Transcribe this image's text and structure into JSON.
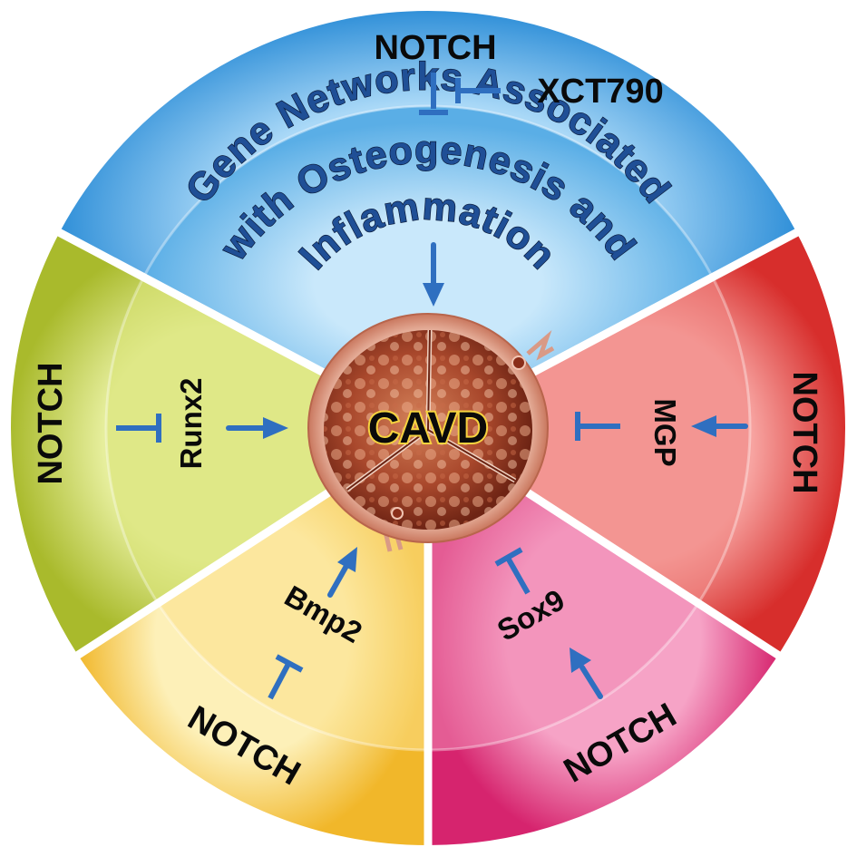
{
  "title": {
    "line1": "Gene Networks Associated",
    "line2": "with Osteogenesis and",
    "line3": "Inflammation"
  },
  "center": {
    "label": "CAVD"
  },
  "inhibitor": {
    "label": "XCT790"
  },
  "sectors": {
    "top": {
      "outer": "NOTCH",
      "color": "#3a9be0"
    },
    "right": {
      "outer": "NOTCH",
      "inner": "MGP",
      "color": "#e5413e"
    },
    "bottomRight": {
      "outer": "NOTCH",
      "inner": "Sox9",
      "color": "#e0357f"
    },
    "bottomLeft": {
      "outer": "NOTCH",
      "inner": "Bmp2",
      "color": "#f4c23c"
    },
    "left": {
      "outer": "NOTCH",
      "inner": "Runx2",
      "color": "#bcca3c"
    }
  }
}
